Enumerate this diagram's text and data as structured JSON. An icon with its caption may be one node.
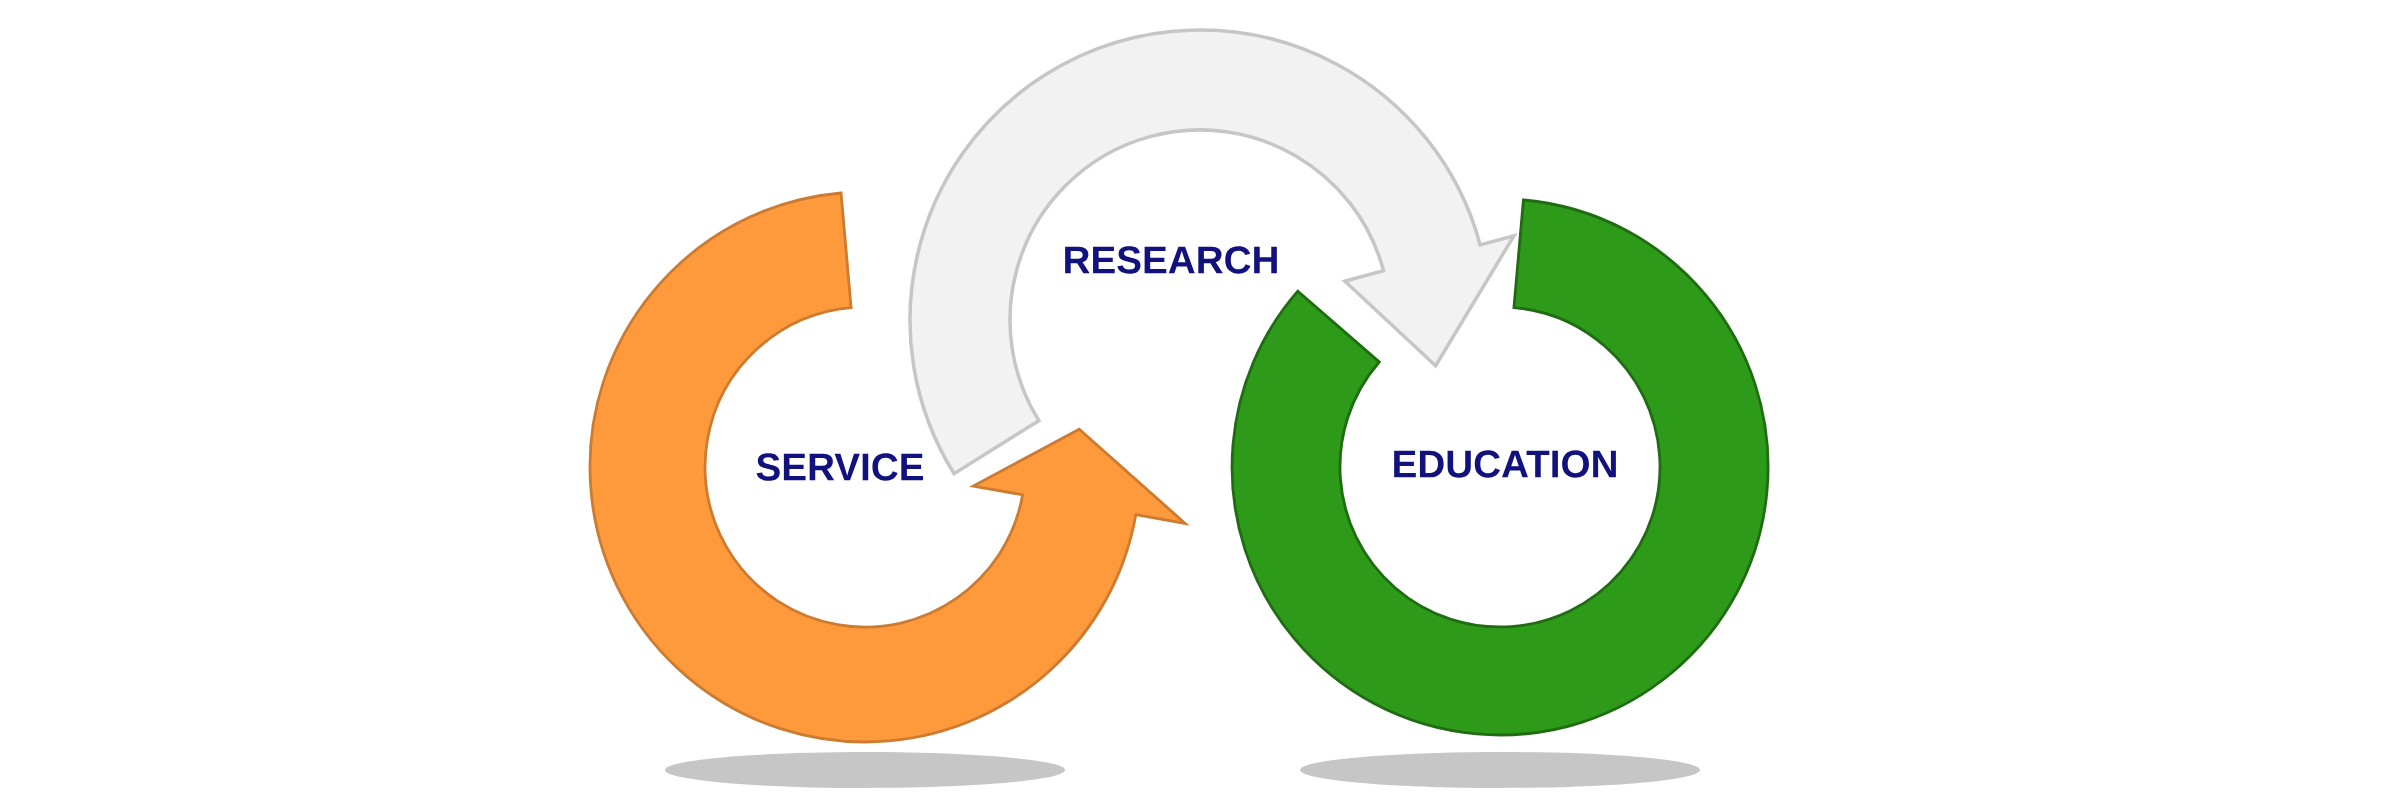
{
  "diagram": {
    "nodes": [
      {
        "text": [
          "SERVICE"
        ]
      },
      {
        "text": [
          "RESEARCH"
        ]
      },
      {
        "text": [
          "EDUCATION"
        ]
      }
    ]
  }
}
